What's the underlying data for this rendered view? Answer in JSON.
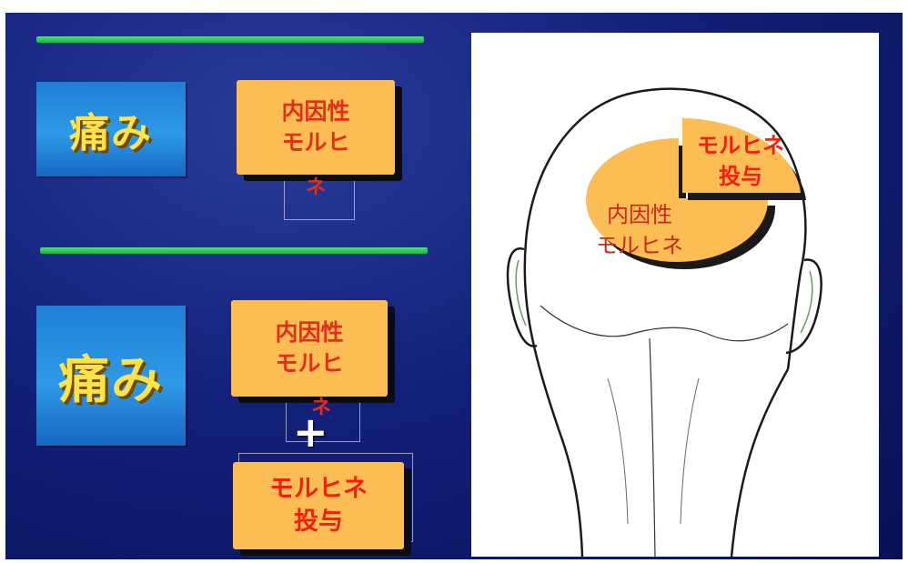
{
  "top": {
    "pain_label": "痛み",
    "card": {
      "line1": "内因性",
      "line2": "モルヒ",
      "line3": "ネ"
    }
  },
  "bottom": {
    "pain_label": "痛み",
    "card1": {
      "line1": "内因性",
      "line2": "モルヒ",
      "line3": "ネ"
    },
    "plus": "+",
    "card2": {
      "line1": "モルヒネ",
      "line2": "投与"
    }
  },
  "head_diagram": {
    "endogenous_label": {
      "line1": "内因性",
      "line2": "モルヒネ"
    },
    "administered_label": {
      "line1": "モルヒネ",
      "line2": "投与"
    }
  },
  "colors": {
    "background": "#13217a",
    "accent_bar": "#2fc45c",
    "pain_text": "#ffe14a",
    "card_fill": "#fdbd55",
    "card_text": "#e0301a"
  }
}
